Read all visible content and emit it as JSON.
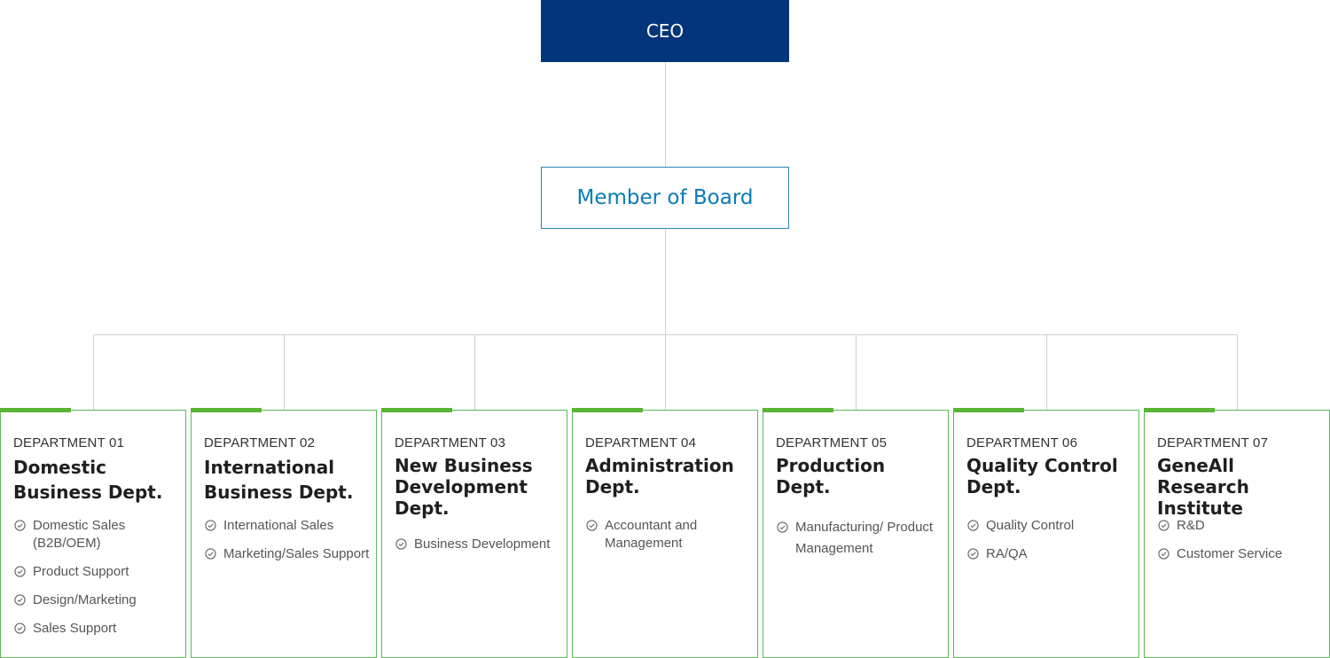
{
  "ceo": {
    "label": "CEO"
  },
  "board": {
    "label": "Member of Board"
  },
  "departments": [
    {
      "number": "DEPARTMENT 01",
      "name": "Domestic Business Dept.",
      "items": [
        "Domestic Sales (B2B/OEM)",
        "Product Support",
        "Design/Marketing",
        "Sales Support"
      ]
    },
    {
      "number": "DEPARTMENT 02",
      "name": "International Business Dept.",
      "items": [
        "International Sales",
        "Marketing/Sales Support"
      ]
    },
    {
      "number": "DEPARTMENT 03",
      "name": "New Business Development Dept.",
      "items": [
        "Business Development"
      ]
    },
    {
      "number": "DEPARTMENT 04",
      "name": "Administration Dept.",
      "items": [
        "Accountant and Management"
      ]
    },
    {
      "number": "DEPARTMENT 05",
      "name": "Production Dept.",
      "items": [
        "Manufacturing/ Product Management"
      ]
    },
    {
      "number": "DEPARTMENT 06",
      "name": "Quality Control Dept.",
      "items": [
        "Quality Control",
        "RA/QA"
      ]
    },
    {
      "number": "DEPARTMENT 07",
      "name": "GeneAll Research Institute",
      "items": [
        "R&D",
        "Customer Service"
      ]
    }
  ],
  "colors": {
    "ceo_bg": "#03357a",
    "board_text": "#0a7bb6",
    "accent": "#5ab434",
    "border": "#5cb85c"
  }
}
